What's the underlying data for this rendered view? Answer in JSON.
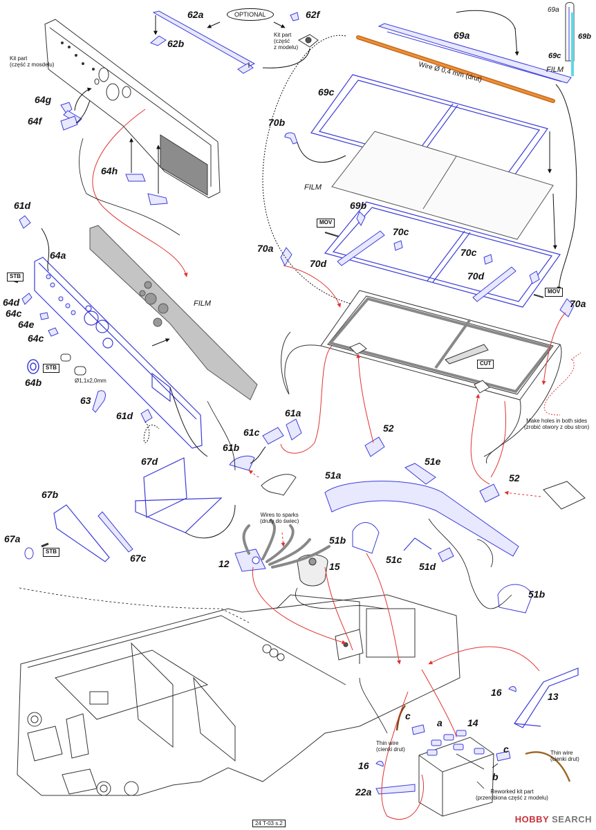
{
  "labels": {
    "p62a": "62a",
    "p62b": "62b",
    "p62f": "62f",
    "p69a_top": "69a",
    "p69a": "69a",
    "p69b": "69b",
    "p69c": "69c",
    "p69c_b": "69c",
    "p69b_b": "69b",
    "p70b": "70b",
    "p70a_l": "70a",
    "p70a_r": "70a",
    "p70c_l": "70c",
    "p70c_r": "70c",
    "p70d_l": "70d",
    "p70d_r": "70d",
    "p64g": "64g",
    "p64f": "64f",
    "p64h": "64h",
    "p64a": "64a",
    "p64d": "64d",
    "p64c1": "64c",
    "p64e": "64e",
    "p64c2": "64c",
    "p64b": "64b",
    "p61d_t": "61d",
    "p61d_b": "61d",
    "p61a": "61a",
    "p61c": "61c",
    "p61b": "61b",
    "p63": "63",
    "p52_l": "52",
    "p52_r": "52",
    "p51e": "51e",
    "p51a": "51a",
    "p51b_l": "51b",
    "p51b_r": "51b",
    "p51c": "51c",
    "p51d": "51d",
    "p67d": "67d",
    "p67b": "67b",
    "p67a": "67a",
    "p67c": "67c",
    "p12": "12",
    "p15": "15",
    "p16_r": "16",
    "p13": "13",
    "p14": "14",
    "pa": "a",
    "pc_l": "c",
    "pc_r": "c",
    "pb": "b",
    "p16_b": "16",
    "p22a": "22a"
  },
  "notes": {
    "optional": "OPTIONAL",
    "kit_part_62f": "Kit part\n(część\nz modelu)",
    "kit_part_panel": "Kit part\n(część z mosdelu)",
    "wire": "Wire Ø 0,4 mm (drut)",
    "film_1": "FILM",
    "film_2": "FILM",
    "film_3": "FILM",
    "mov_1": "MOV",
    "mov_2": "MOV",
    "cut": "CUT",
    "stb_1": "STB",
    "stb_2": "STB",
    "stb_3": "STB",
    "rod": "Ø1,1x2,0mm",
    "holes": "Make holes in both sides\n(zrobić otwory z obu stron)",
    "wires_sparks": "Wires to sparks\n(druty do świec)",
    "thin_wire_l": "Thin wire\n(cienki drut)",
    "thin_wire_r": "Thin wire\n(cienki drut)",
    "reworked": "Reworked kit part\n(przerobiona część z modelu)",
    "footer": "24 T-03 s.2",
    "wm_brand": "HOBBY",
    "wm_rest": " SEARCH"
  },
  "colors": {
    "part_blue": "#3a3ad8",
    "guide_red": "#e0322e",
    "wire_orange": "#e07b1e",
    "film_cyan": "#5fd8e6"
  }
}
